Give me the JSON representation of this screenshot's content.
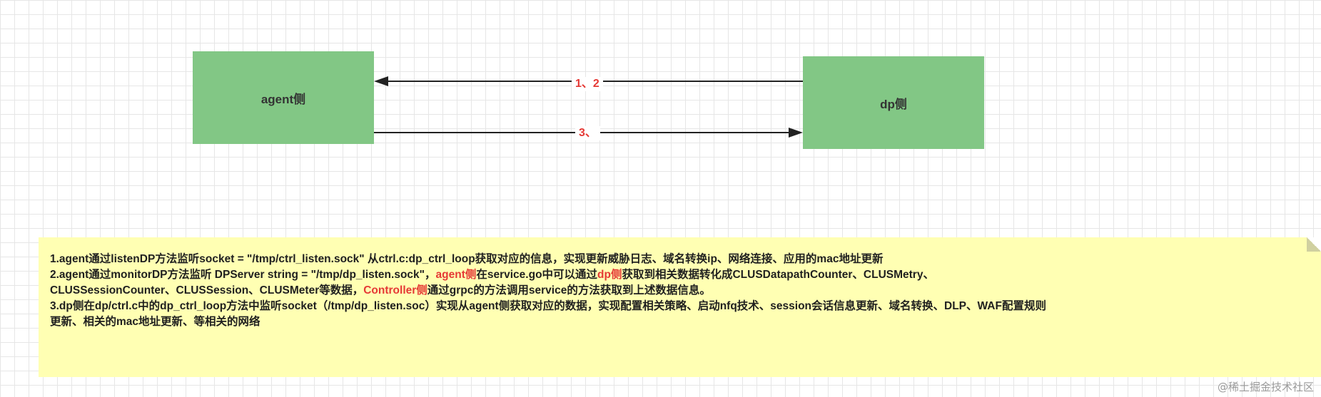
{
  "nodes": {
    "agent": "agent侧",
    "dp": "dp侧"
  },
  "edges": [
    {
      "from": "dp",
      "to": "agent",
      "label": "1、2"
    },
    {
      "from": "agent",
      "to": "dp",
      "label": "3、"
    }
  ],
  "note": {
    "line1": "1.agent通过listenDP方法监听socket = \"/tmp/ctrl_listen.sock\" 从ctrl.c:dp_ctrl_loop获取对应的信息，实现更新威胁日志、域名转换ip、网络连接、应用的mac地址更新",
    "line2": {
      "part1": "2.agent通过monitorDP方法监听 DPServer string = \"/tmp/dp_listen.sock\"，",
      "hl1": "agent侧",
      "part2": "在service.go中可以通过",
      "hl2": "dp侧",
      "part3": "获取到相关数据转化成CLUSDatapathCounter、CLUSMetry、"
    },
    "line3": {
      "part1": "CLUSSessionCounter、CLUSSession、CLUSMeter等数据，",
      "hl1": "Controller侧",
      "part2": "通过grpc的方法调用service的方法获取到上述数据信息。"
    },
    "line4": "3.dp侧在dp/ctrl.c中的dp_ctrl_loop方法中监听socket（/tmp/dp_listen.soc）实现从agent侧获取对应的数据，实现配置相关策略、启动nfq技术、session会话信息更新、域名转换、DLP、WAF配置规则",
    "line5": "更新、相关的mac地址更新、等相关的网络"
  },
  "watermark": "@稀土掘金技术社区",
  "colors": {
    "node_fill": "#82c785",
    "edge_label": "#e53935",
    "note_fill": "#ffffb3"
  }
}
